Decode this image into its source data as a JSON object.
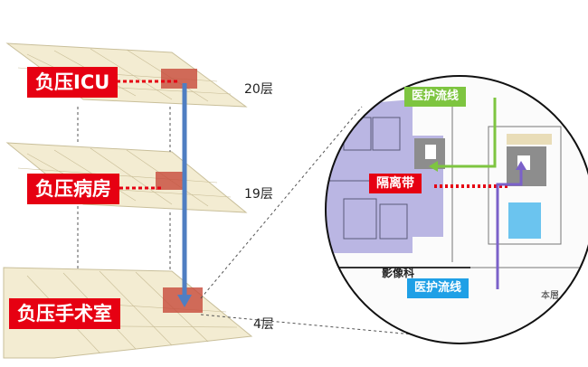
{
  "labels": {
    "icu": "负压ICU",
    "ward": "负压病房",
    "operating": "负压手术室"
  },
  "floors": {
    "f20": "20层",
    "f19": "19层",
    "f4": "4层"
  },
  "detail": {
    "flow_top": "医护流线",
    "flow_bottom": "医护流线",
    "isolation": "隔离带",
    "imaging": "影像科",
    "corner": "本層"
  },
  "colors": {
    "red": "#e60012",
    "green": "#7ec540",
    "blue": "#1fa0e6",
    "purple": "#7b61c9",
    "plan": "#f3ecd2"
  }
}
